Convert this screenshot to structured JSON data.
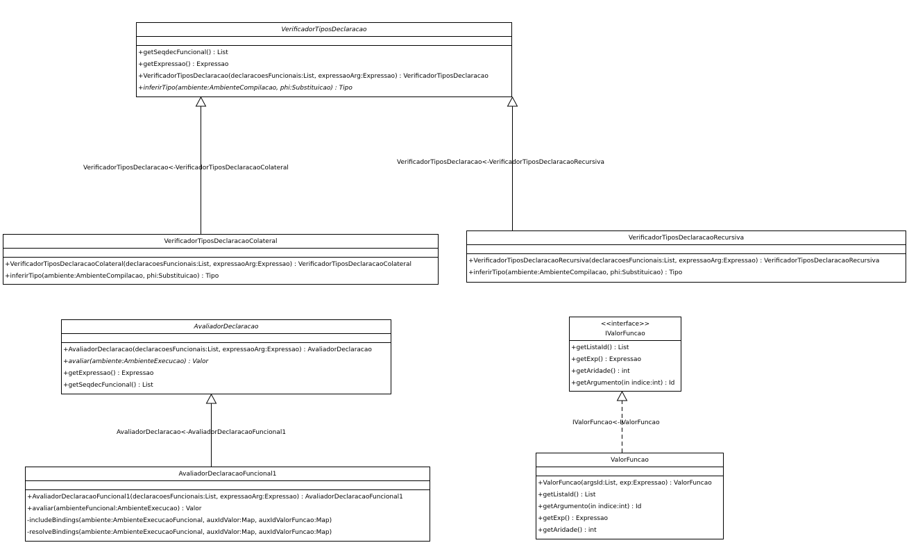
{
  "classes": {
    "vtd": {
      "name": "VerificadorTiposDeclaracao",
      "ops": [
        "+getSeqdecFuncional() : List",
        "+getExpressao() : Expressao",
        "+VerificadorTiposDeclaracao(declaracoesFuncionais:List, expressaoArg:Expressao) : VerificadorTiposDeclaracao",
        "+inferirTipo(ambiente:AmbienteCompilacao, phi:Substituicao) : Tipo"
      ]
    },
    "vtdc": {
      "name": "VerificadorTiposDeclaracaoColateral",
      "ops": [
        "+VerificadorTiposDeclaracaoColateral(declaracoesFuncionais:List, expressaoArg:Expressao) : VerificadorTiposDeclaracaoColateral",
        "+inferirTipo(ambiente:AmbienteCompilacao, phi:Substituicao) : Tipo"
      ]
    },
    "vtdr": {
      "name": "VerificadorTiposDeclaracaoRecursiva",
      "ops": [
        "+VerificadorTiposDeclaracaoRecursiva(declaracoesFuncionais:List, expressaoArg:Expressao) : VerificadorTiposDeclaracaoRecursiva",
        "+inferirTipo(ambiente:AmbienteCompilacao, phi:Substituicao) : Tipo"
      ]
    },
    "ad": {
      "name": "AvaliadorDeclaracao",
      "ops": [
        "+AvaliadorDeclaracao(declaracoesFuncionais:List, expressaoArg:Expressao) : AvaliadorDeclaracao",
        "+avaliar(ambiente:AmbienteExecucao) : Valor",
        "+getExpressao() : Expressao",
        "+getSeqdecFuncional() : List"
      ]
    },
    "adf1": {
      "name": "AvaliadorDeclaracaoFuncional1",
      "ops": [
        "+AvaliadorDeclaracaoFuncional1(declaracoesFuncionais:List, expressaoArg:Expressao) : AvaliadorDeclaracaoFuncional1",
        "+avaliar(ambienteFuncional:AmbienteExecucao) : Valor",
        "-includeBindings(ambiente:AmbienteExecucaoFuncional, auxIdValor:Map, auxIdValorFuncao:Map)",
        "-resolveBindings(ambiente:AmbienteExecucaoFuncional, auxIdValor:Map, auxIdValorFuncao:Map)"
      ]
    },
    "ivf": {
      "stereotype": "<<interface>>",
      "name": "IValorFuncao",
      "ops": [
        "+getListaId() : List",
        "+getExp() : Expressao",
        "+getAridade() : int",
        "+getArgumento(in indice:int) : Id"
      ]
    },
    "vf": {
      "name": "ValorFuncao",
      "ops": [
        "+ValorFuncao(argsId:List, exp:Expressao) : ValorFuncao",
        "+getListaId() : List",
        "+getArgumento(in indice:int) : Id",
        "+getExp() : Expressao",
        "+getAridade() : int"
      ]
    }
  },
  "relations": {
    "vtd_vtdc": "VerificadorTiposDeclaracao<-VerificadorTiposDeclaracaoColateral",
    "vtd_vtdr": "VerificadorTiposDeclaracao<-VerificadorTiposDeclaracaoRecursiva",
    "ad_adf1": "AvaliadorDeclaracao<-AvaliadorDeclaracaoFuncional1",
    "ivf_vf": "IValorFuncao<-IValorFuncao"
  }
}
